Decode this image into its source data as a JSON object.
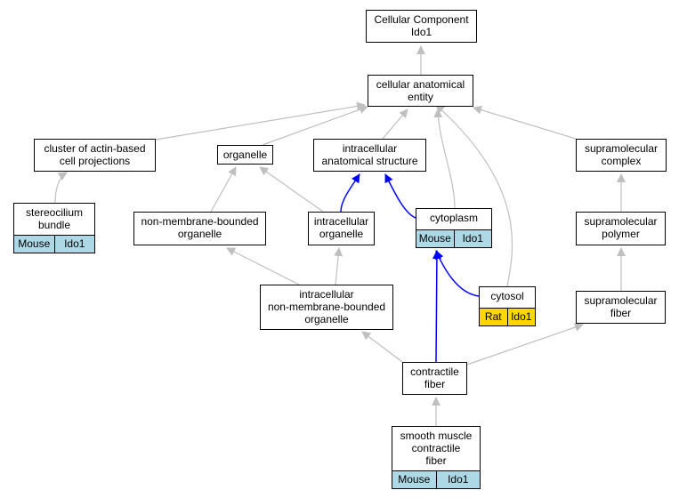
{
  "colors": {
    "edge_default": "#bfbfbf",
    "edge_highlight": "#0000ff",
    "tag_mouse": "#add8e6",
    "tag_rat": "#ffd700"
  },
  "nodes": [
    {
      "id": "root",
      "lines": [
        "Cellular Component",
        "Ido1"
      ],
      "tags": []
    },
    {
      "id": "cae",
      "lines": [
        "cellular anatomical",
        "entity"
      ],
      "tags": []
    },
    {
      "id": "cluster",
      "lines": [
        "cluster of actin-based",
        "cell projections"
      ],
      "tags": []
    },
    {
      "id": "organelle",
      "lines": [
        "organelle"
      ],
      "tags": []
    },
    {
      "id": "ias",
      "lines": [
        "intracellular",
        "anatomical structure"
      ],
      "tags": []
    },
    {
      "id": "smc",
      "lines": [
        "supramolecular",
        "complex"
      ],
      "tags": []
    },
    {
      "id": "stereo",
      "lines": [
        "stereocilium",
        "bundle"
      ],
      "tags": [
        {
          "text": "Mouse",
          "kind": "mouse"
        },
        {
          "text": "Ido1",
          "kind": "mouse"
        }
      ]
    },
    {
      "id": "nmbo",
      "lines": [
        "non-membrane-bounded",
        "organelle"
      ],
      "tags": []
    },
    {
      "id": "io",
      "lines": [
        "intracellular",
        "organelle"
      ],
      "tags": []
    },
    {
      "id": "cyto",
      "lines": [
        "cytoplasm"
      ],
      "tags": [
        {
          "text": "Mouse",
          "kind": "mouse"
        },
        {
          "text": "Ido1",
          "kind": "mouse"
        }
      ]
    },
    {
      "id": "smp",
      "lines": [
        "supramolecular",
        "polymer"
      ],
      "tags": []
    },
    {
      "id": "inmbo",
      "lines": [
        "intracellular",
        "non-membrane-bounded",
        "organelle"
      ],
      "tags": []
    },
    {
      "id": "cytosol",
      "lines": [
        "cytosol"
      ],
      "tags": [
        {
          "text": "Rat",
          "kind": "rat"
        },
        {
          "text": "Ido1",
          "kind": "rat"
        }
      ]
    },
    {
      "id": "smf",
      "lines": [
        "supramolecular",
        "fiber"
      ],
      "tags": []
    },
    {
      "id": "cf",
      "lines": [
        "contractile",
        "fiber"
      ],
      "tags": []
    },
    {
      "id": "smcf",
      "lines": [
        "smooth muscle",
        "contractile",
        "fiber"
      ],
      "tags": [
        {
          "text": "Mouse",
          "kind": "mouse"
        },
        {
          "text": "Ido1",
          "kind": "mouse"
        }
      ]
    }
  ],
  "edges": [
    {
      "from": "cae",
      "to": "root",
      "kind": "default"
    },
    {
      "from": "cluster",
      "to": "cae",
      "kind": "default"
    },
    {
      "from": "organelle",
      "to": "cae",
      "kind": "default"
    },
    {
      "from": "ias",
      "to": "cae",
      "kind": "default"
    },
    {
      "from": "smc",
      "to": "cae",
      "kind": "default"
    },
    {
      "from": "cyto",
      "to": "cae",
      "kind": "default"
    },
    {
      "from": "cytosol",
      "to": "cae",
      "kind": "default"
    },
    {
      "from": "stereo",
      "to": "cluster",
      "kind": "default"
    },
    {
      "from": "nmbo",
      "to": "organelle",
      "kind": "default"
    },
    {
      "from": "io",
      "to": "organelle",
      "kind": "default"
    },
    {
      "from": "io",
      "to": "ias",
      "kind": "highlight"
    },
    {
      "from": "cyto",
      "to": "ias",
      "kind": "highlight"
    },
    {
      "from": "smp",
      "to": "smc",
      "kind": "default"
    },
    {
      "from": "inmbo",
      "to": "nmbo",
      "kind": "default"
    },
    {
      "from": "inmbo",
      "to": "io",
      "kind": "default"
    },
    {
      "from": "cytosol",
      "to": "cyto",
      "kind": "highlight"
    },
    {
      "from": "smf",
      "to": "smp",
      "kind": "default"
    },
    {
      "from": "cf",
      "to": "inmbo",
      "kind": "default"
    },
    {
      "from": "cf",
      "to": "cyto",
      "kind": "highlight"
    },
    {
      "from": "cf",
      "to": "smf",
      "kind": "default"
    },
    {
      "from": "smcf",
      "to": "cf",
      "kind": "default"
    }
  ]
}
